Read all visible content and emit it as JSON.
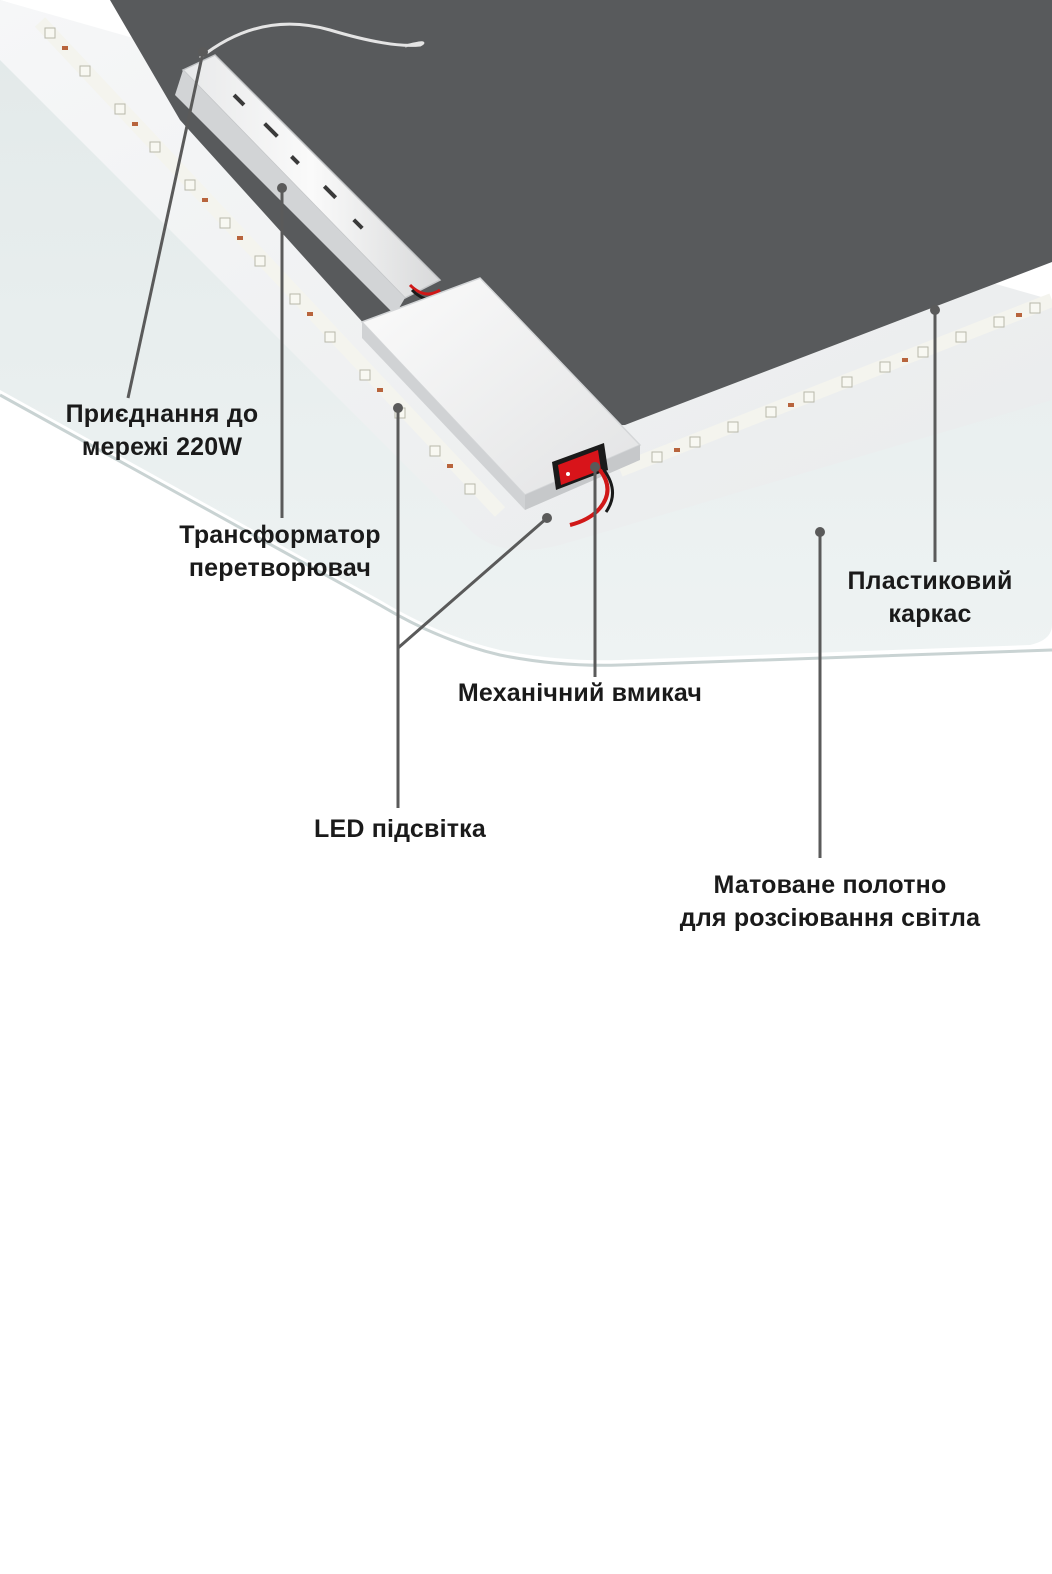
{
  "colors": {
    "mirror_panel": "#585a5c",
    "frame": "#f1f2f3",
    "diffuser": "#e6ecec",
    "led_chip": "#f6f6f0",
    "led_resistor": "#b8643c",
    "switch_red": "#d8141a",
    "wire_red": "#d01818",
    "wire_black": "#1a1a1a",
    "leader_line": "#5a5a5a",
    "label_text": "#1a1a1a"
  },
  "labels": {
    "mains_connection": [
      "Приєднання до",
      "мережі 220W"
    ],
    "transformer": [
      "Трансформатор",
      "перетворювач"
    ],
    "plastic_frame": [
      "Пластиковий",
      "каркас"
    ],
    "mechanical_switch": [
      "Механічний вмикач"
    ],
    "led_backlight": [
      "LED підсвітка"
    ],
    "diffuser_sheet": [
      "Матоване полотно",
      "для розсіювання світла"
    ]
  }
}
